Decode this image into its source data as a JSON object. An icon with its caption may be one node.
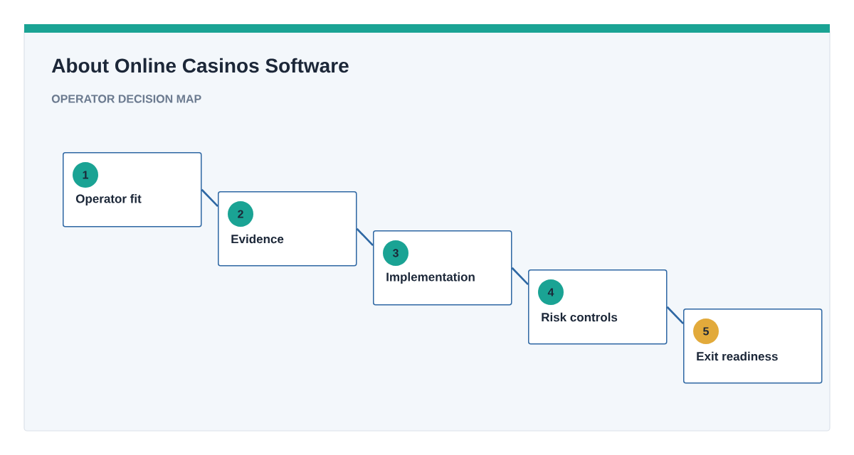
{
  "diagram": {
    "title": "About Online Casinos Software",
    "nodes": [
      {
        "text": [
          "1",
          "Operator fit"
        ]
      },
      {
        "text": [
          "2",
          "Evidence"
        ]
      },
      {
        "text": [
          "3",
          "Implementation"
        ]
      },
      {
        "text": [
          "4",
          "Risk controls"
        ]
      },
      {
        "text": [
          "5",
          "Exit readiness"
        ]
      }
    ],
    "edges": [
      {
        "from": 0,
        "to": 1,
        "arrow": "none"
      },
      {
        "from": 1,
        "to": 2,
        "arrow": "none"
      },
      {
        "from": 2,
        "to": 3,
        "arrow": "none"
      },
      {
        "from": 3,
        "to": 4,
        "arrow": "none"
      }
    ],
    "labels": [
      "OPERATOR DECISION MAP"
    ]
  }
}
